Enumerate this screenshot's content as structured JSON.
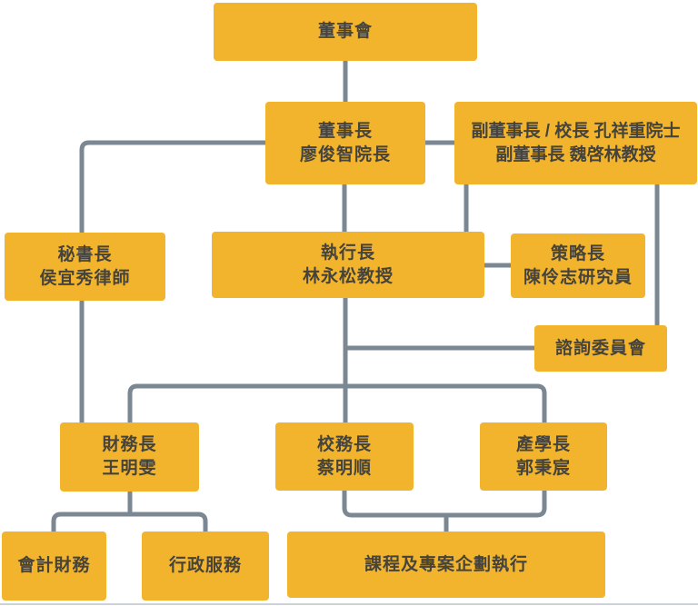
{
  "diagram": {
    "type": "org-chart",
    "nodes": {
      "board": {
        "lines": [
          "董事會"
        ]
      },
      "chairman": {
        "lines": [
          "董事長",
          "廖俊智院長"
        ]
      },
      "vice_chairman": {
        "lines": [
          "副董事長 / 校長 孔祥重院士",
          "副董事長 魏啓林教授"
        ]
      },
      "secretary_general": {
        "lines": [
          "秘書長",
          "侯宜秀律師"
        ]
      },
      "ceo": {
        "lines": [
          "執行長",
          "林永松教授"
        ]
      },
      "cso": {
        "lines": [
          "策略長",
          "陳伶志研究員"
        ]
      },
      "advisory_committee": {
        "lines": [
          "諮詢委員會"
        ]
      },
      "cfo": {
        "lines": [
          "財務長",
          "王明雯"
        ]
      },
      "provost": {
        "lines": [
          "校務長",
          "蔡明順"
        ]
      },
      "industry_academia": {
        "lines": [
          "產學長",
          "郭秉宸"
        ]
      },
      "accounting_finance": {
        "lines": [
          "會計財務"
        ]
      },
      "admin_services": {
        "lines": [
          "行政服務"
        ]
      },
      "program_execution": {
        "lines": [
          "課程及專案企劃執行"
        ]
      }
    },
    "edges": [
      {
        "from": "board",
        "to": "chairman"
      },
      {
        "from": "chairman",
        "to": "secretary_general"
      },
      {
        "from": "chairman",
        "to": "vice_chairman"
      },
      {
        "from": "chairman",
        "to": "ceo"
      },
      {
        "from": "vice_chairman",
        "to": "ceo"
      },
      {
        "from": "vice_chairman",
        "to": "advisory_committee"
      },
      {
        "from": "ceo",
        "to": "cso"
      },
      {
        "from": "ceo",
        "to": "advisory_committee"
      },
      {
        "from": "ceo",
        "to": "cfo"
      },
      {
        "from": "ceo",
        "to": "provost"
      },
      {
        "from": "ceo",
        "to": "industry_academia"
      },
      {
        "from": "secretary_general",
        "to": "cfo"
      },
      {
        "from": "cfo",
        "to": "accounting_finance"
      },
      {
        "from": "cfo",
        "to": "admin_services"
      },
      {
        "from": "provost",
        "to": "program_execution"
      },
      {
        "from": "industry_academia",
        "to": "program_execution"
      }
    ]
  },
  "colors": {
    "node_fill": "#F2B42D",
    "connector": "#7B8893",
    "text": "#45433B",
    "divider": "#CCD2D7"
  }
}
